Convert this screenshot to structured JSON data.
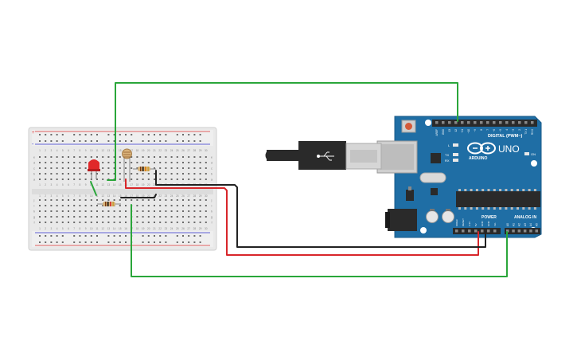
{
  "board": {
    "uno_label": "UNO",
    "brand_label": "ARDUINO",
    "digital_header_label": "DIGITAL (PWM~)",
    "power_label": "POWER",
    "analog_label": "ANALOG IN",
    "digital_pins": [
      "AREF",
      "GND",
      "13",
      "12",
      "~11",
      "~10",
      "~9",
      "8",
      "7",
      "~6",
      "~5",
      "4",
      "~3",
      "2",
      "TX 1",
      "RX 0"
    ],
    "power_pins": [
      "IOREF",
      "RESET",
      "3.3V",
      "5V",
      "GND",
      "GND",
      "Vin"
    ],
    "analog_pins": [
      "A0",
      "A1",
      "A2",
      "A3",
      "A4",
      "A5"
    ],
    "tx_label": "TX",
    "rx_label": "RX",
    "l_label": "L",
    "on_label": "ON",
    "accent_color": "#2c7fb8",
    "body_color": "#1f6ea5"
  },
  "breadboard": {
    "column_numbers": [
      "1",
      "2",
      "3",
      "4",
      "5",
      "6",
      "7",
      "8",
      "9",
      "10",
      "11",
      "12",
      "13",
      "14",
      "15",
      "16",
      "17",
      "18",
      "19",
      "20",
      "21",
      "22",
      "23",
      "24",
      "25",
      "26",
      "27",
      "28",
      "29",
      "30"
    ],
    "rows_top": [
      "a",
      "b",
      "c",
      "d",
      "e"
    ],
    "rows_bottom": [
      "f",
      "g",
      "h",
      "i",
      "j"
    ],
    "rail_plus": "+",
    "rail_minus": "-"
  },
  "components": {
    "led": {
      "color": "#e0282a",
      "icon": "led-icon"
    },
    "photoresistor": {
      "icon": "photoresistor-icon"
    },
    "resistor_1": {
      "icon": "resistor-icon"
    },
    "resistor_2": {
      "icon": "resistor-icon"
    },
    "usb_cable": {
      "icon": "usb-cable-icon"
    }
  },
  "wires": {
    "green": "#2aa63a",
    "red": "#d8262a",
    "black": "#222222"
  }
}
